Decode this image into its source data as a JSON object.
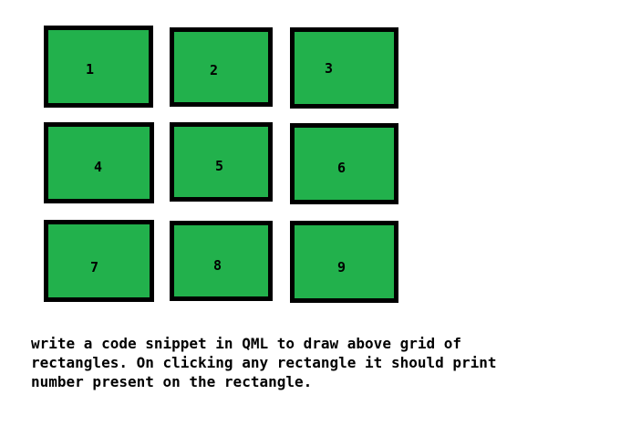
{
  "colors": {
    "cell_fill": "#22b14c",
    "cell_border": "#000000",
    "background": "#ffffff"
  },
  "grid": {
    "cells": [
      {
        "label": "1"
      },
      {
        "label": "2"
      },
      {
        "label": "3"
      },
      {
        "label": "4"
      },
      {
        "label": "5"
      },
      {
        "label": "6"
      },
      {
        "label": "7"
      },
      {
        "label": "8"
      },
      {
        "label": "9"
      }
    ]
  },
  "caption": {
    "line1": "write a code snippet in QML to draw above grid of",
    "line2": "rectangles. On clicking any rectangle it should print",
    "line3": "number present on the rectangle."
  }
}
